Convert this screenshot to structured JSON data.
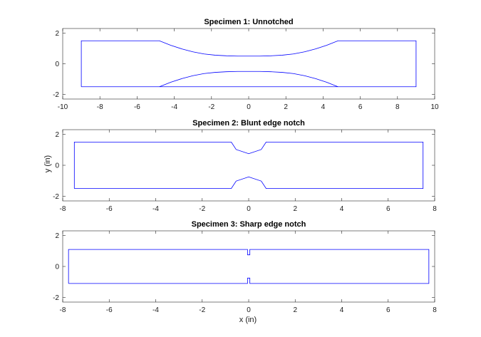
{
  "colors": {
    "line": "#0000ff",
    "axes": "#262626",
    "background": "#ffffff"
  },
  "figure": {
    "xlabel": "x (in)",
    "ylabel": "y (in)"
  },
  "chart_data": [
    {
      "type": "line",
      "title": "Specimen 1: Unnotched",
      "xlim": [
        -10,
        10
      ],
      "ylim": [
        -2.3,
        2.3
      ],
      "xticks": [
        -10,
        -8,
        -6,
        -4,
        -2,
        0,
        2,
        4,
        6,
        8,
        10
      ],
      "yticks": [
        -2,
        0,
        2
      ],
      "grid": false,
      "series": [
        {
          "outline": [
            [
              -9,
              -1.5
            ],
            [
              9,
              -1.5
            ],
            [
              9,
              1.5
            ],
            [
              4.8,
              1.5
            ],
            [
              4.2,
              1.21
            ],
            [
              3.6,
              0.97
            ],
            [
              3,
              0.78
            ],
            [
              2.4,
              0.64
            ],
            [
              1.8,
              0.56
            ],
            [
              1.2,
              0.52
            ],
            [
              0.6,
              0.5
            ],
            [
              0,
              0.5
            ],
            [
              -0.6,
              0.5
            ],
            [
              -1.2,
              0.52
            ],
            [
              -1.8,
              0.56
            ],
            [
              -2.4,
              0.64
            ],
            [
              -3,
              0.78
            ],
            [
              -3.6,
              0.97
            ],
            [
              -4.2,
              1.21
            ],
            [
              -4.8,
              1.5
            ],
            [
              -9,
              1.5
            ],
            [
              -9,
              -1.5
            ]
          ],
          "lower_edge": [
            [
              -4.8,
              -1.5
            ],
            [
              -4.2,
              -1.21
            ],
            [
              -3.6,
              -0.97
            ],
            [
              -3,
              -0.78
            ],
            [
              -2.4,
              -0.64
            ],
            [
              -1.8,
              -0.56
            ],
            [
              -1.2,
              -0.52
            ],
            [
              -0.6,
              -0.5
            ],
            [
              0,
              -0.5
            ],
            [
              0.6,
              -0.5
            ],
            [
              1.2,
              -0.52
            ],
            [
              1.8,
              -0.56
            ],
            [
              2.4,
              -0.64
            ],
            [
              3,
              -0.78
            ],
            [
              3.6,
              -0.97
            ],
            [
              4.2,
              -1.21
            ],
            [
              4.8,
              -1.5
            ]
          ]
        }
      ]
    },
    {
      "type": "line",
      "title": "Specimen 2: Blunt edge notch",
      "xlim": [
        -8,
        8
      ],
      "ylim": [
        -2.3,
        2.3
      ],
      "xticks": [
        -8,
        -6,
        -4,
        -2,
        0,
        2,
        4,
        6,
        8
      ],
      "yticks": [
        -2,
        0,
        2
      ],
      "grid": false,
      "series": [
        {
          "outline": [
            [
              -7.5,
              -1.5
            ],
            [
              -0.75,
              -1.5
            ],
            [
              -0.54,
              -1.02
            ],
            [
              0,
              -0.75
            ],
            [
              0.54,
              -1.02
            ],
            [
              0.75,
              -1.5
            ],
            [
              7.5,
              -1.5
            ],
            [
              7.5,
              1.5
            ],
            [
              0.75,
              1.5
            ],
            [
              0.54,
              1.02
            ],
            [
              0,
              0.75
            ],
            [
              -0.54,
              1.02
            ],
            [
              -0.75,
              1.5
            ],
            [
              -7.5,
              1.5
            ],
            [
              -7.5,
              -1.5
            ]
          ]
        }
      ]
    },
    {
      "type": "line",
      "title": "Specimen 3: Sharp edge notch",
      "xlim": [
        -8,
        8
      ],
      "ylim": [
        -2.3,
        2.3
      ],
      "xticks": [
        -8,
        -6,
        -4,
        -2,
        0,
        2,
        4,
        6,
        8
      ],
      "yticks": [
        -2,
        0,
        2
      ],
      "grid": false,
      "series": [
        {
          "outline": [
            [
              -7.75,
              -1.1
            ],
            [
              -0.05,
              -1.1
            ],
            [
              -0.05,
              -0.75
            ],
            [
              0.05,
              -0.75
            ],
            [
              0.05,
              -1.1
            ],
            [
              7.75,
              -1.1
            ],
            [
              7.75,
              1.1
            ],
            [
              0.05,
              1.1
            ],
            [
              0.05,
              0.75
            ],
            [
              -0.05,
              0.75
            ],
            [
              -0.05,
              1.1
            ],
            [
              -7.75,
              1.1
            ],
            [
              -7.75,
              -1.1
            ]
          ]
        }
      ]
    }
  ]
}
